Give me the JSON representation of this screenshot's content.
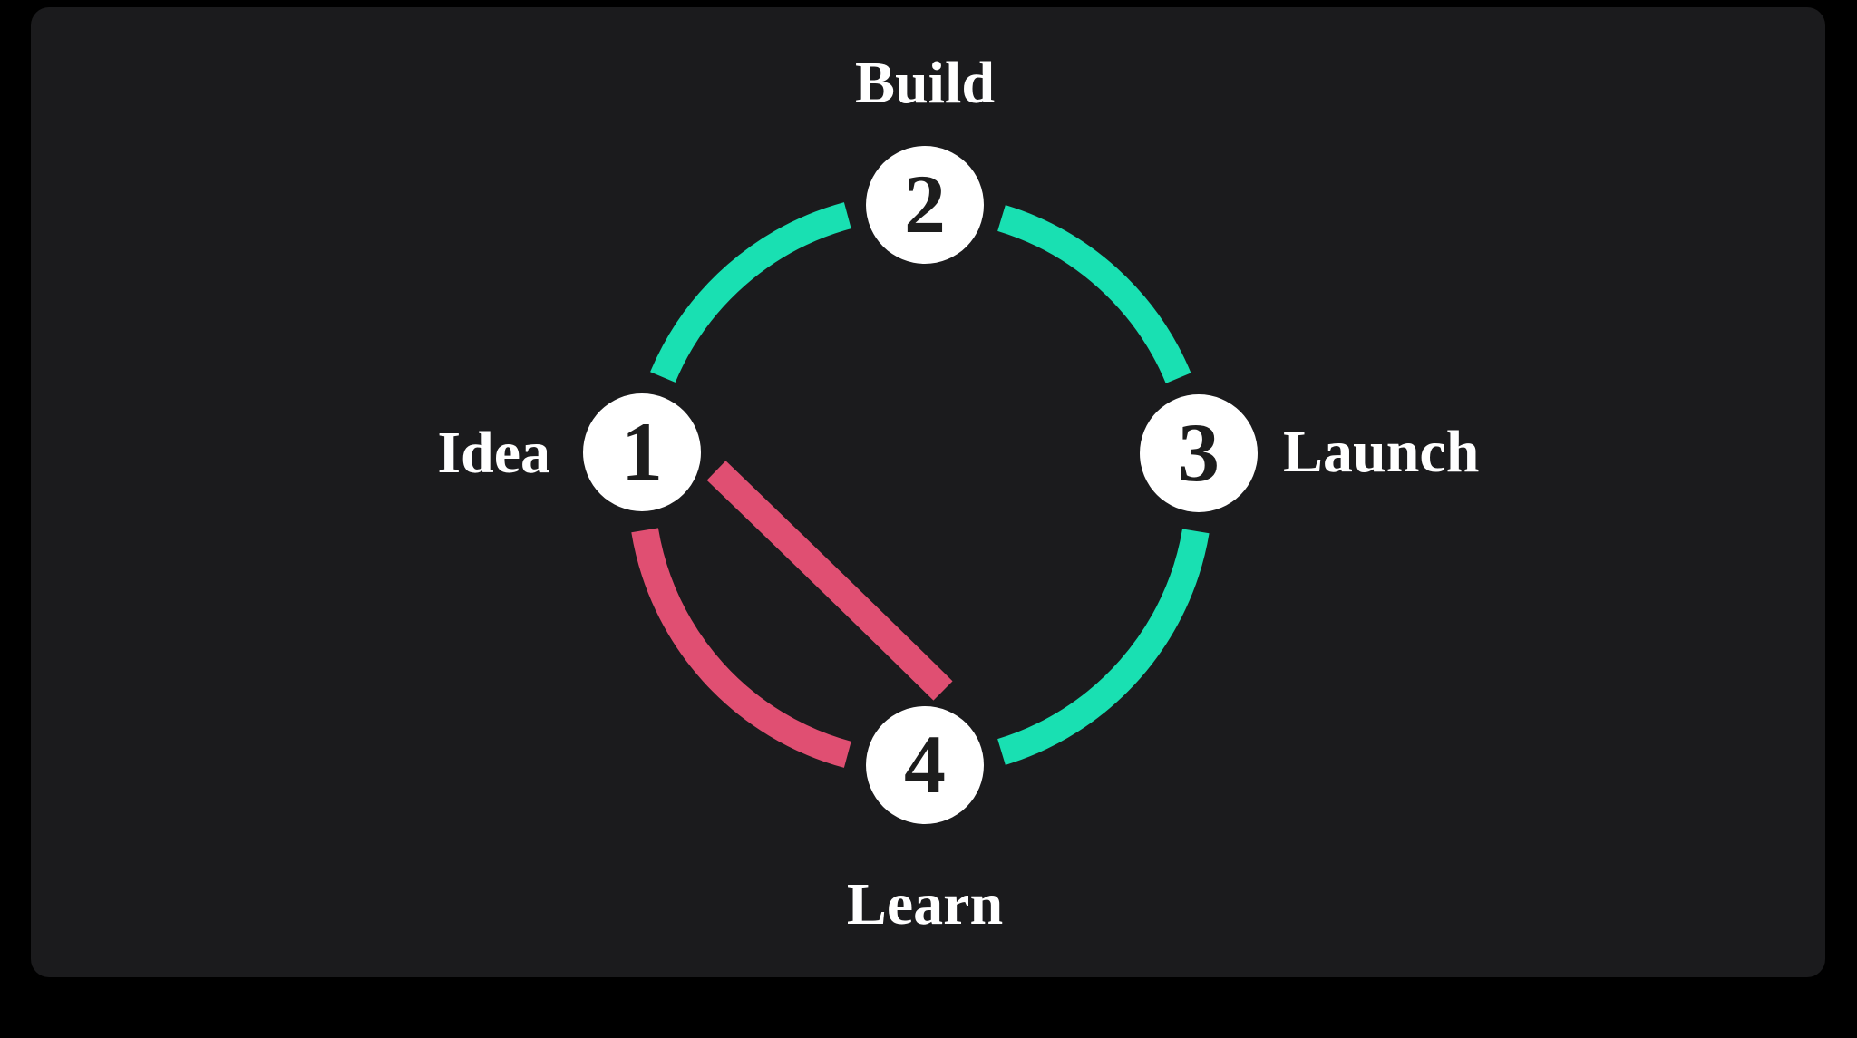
{
  "canvas": {
    "background": "#000000",
    "panel_color": "#1B1B1D"
  },
  "colors": {
    "teal": "#19E0B2",
    "pink": "#E04F72",
    "node_fill": "#FFFFFF",
    "number_color": "#1D1D1D",
    "label_color": "#FFFFFF"
  },
  "nodes": [
    {
      "number": "1",
      "label": "Idea",
      "position": "left"
    },
    {
      "number": "2",
      "label": "Build",
      "position": "top"
    },
    {
      "number": "3",
      "label": "Launch",
      "position": "right"
    },
    {
      "number": "4",
      "label": "Learn",
      "position": "bottom"
    }
  ],
  "edges": [
    {
      "from": "Idea",
      "to": "Build",
      "color_name": "teal",
      "shape": "circle-arc"
    },
    {
      "from": "Build",
      "to": "Launch",
      "color_name": "teal",
      "shape": "circle-arc"
    },
    {
      "from": "Launch",
      "to": "Learn",
      "color_name": "teal",
      "shape": "circle-arc"
    },
    {
      "from": "Learn",
      "to": "Idea",
      "color_name": "pink",
      "shape": "circle-arc"
    },
    {
      "from": "Idea",
      "to": "Learn",
      "color_name": "pink",
      "shape": "chord"
    }
  ]
}
